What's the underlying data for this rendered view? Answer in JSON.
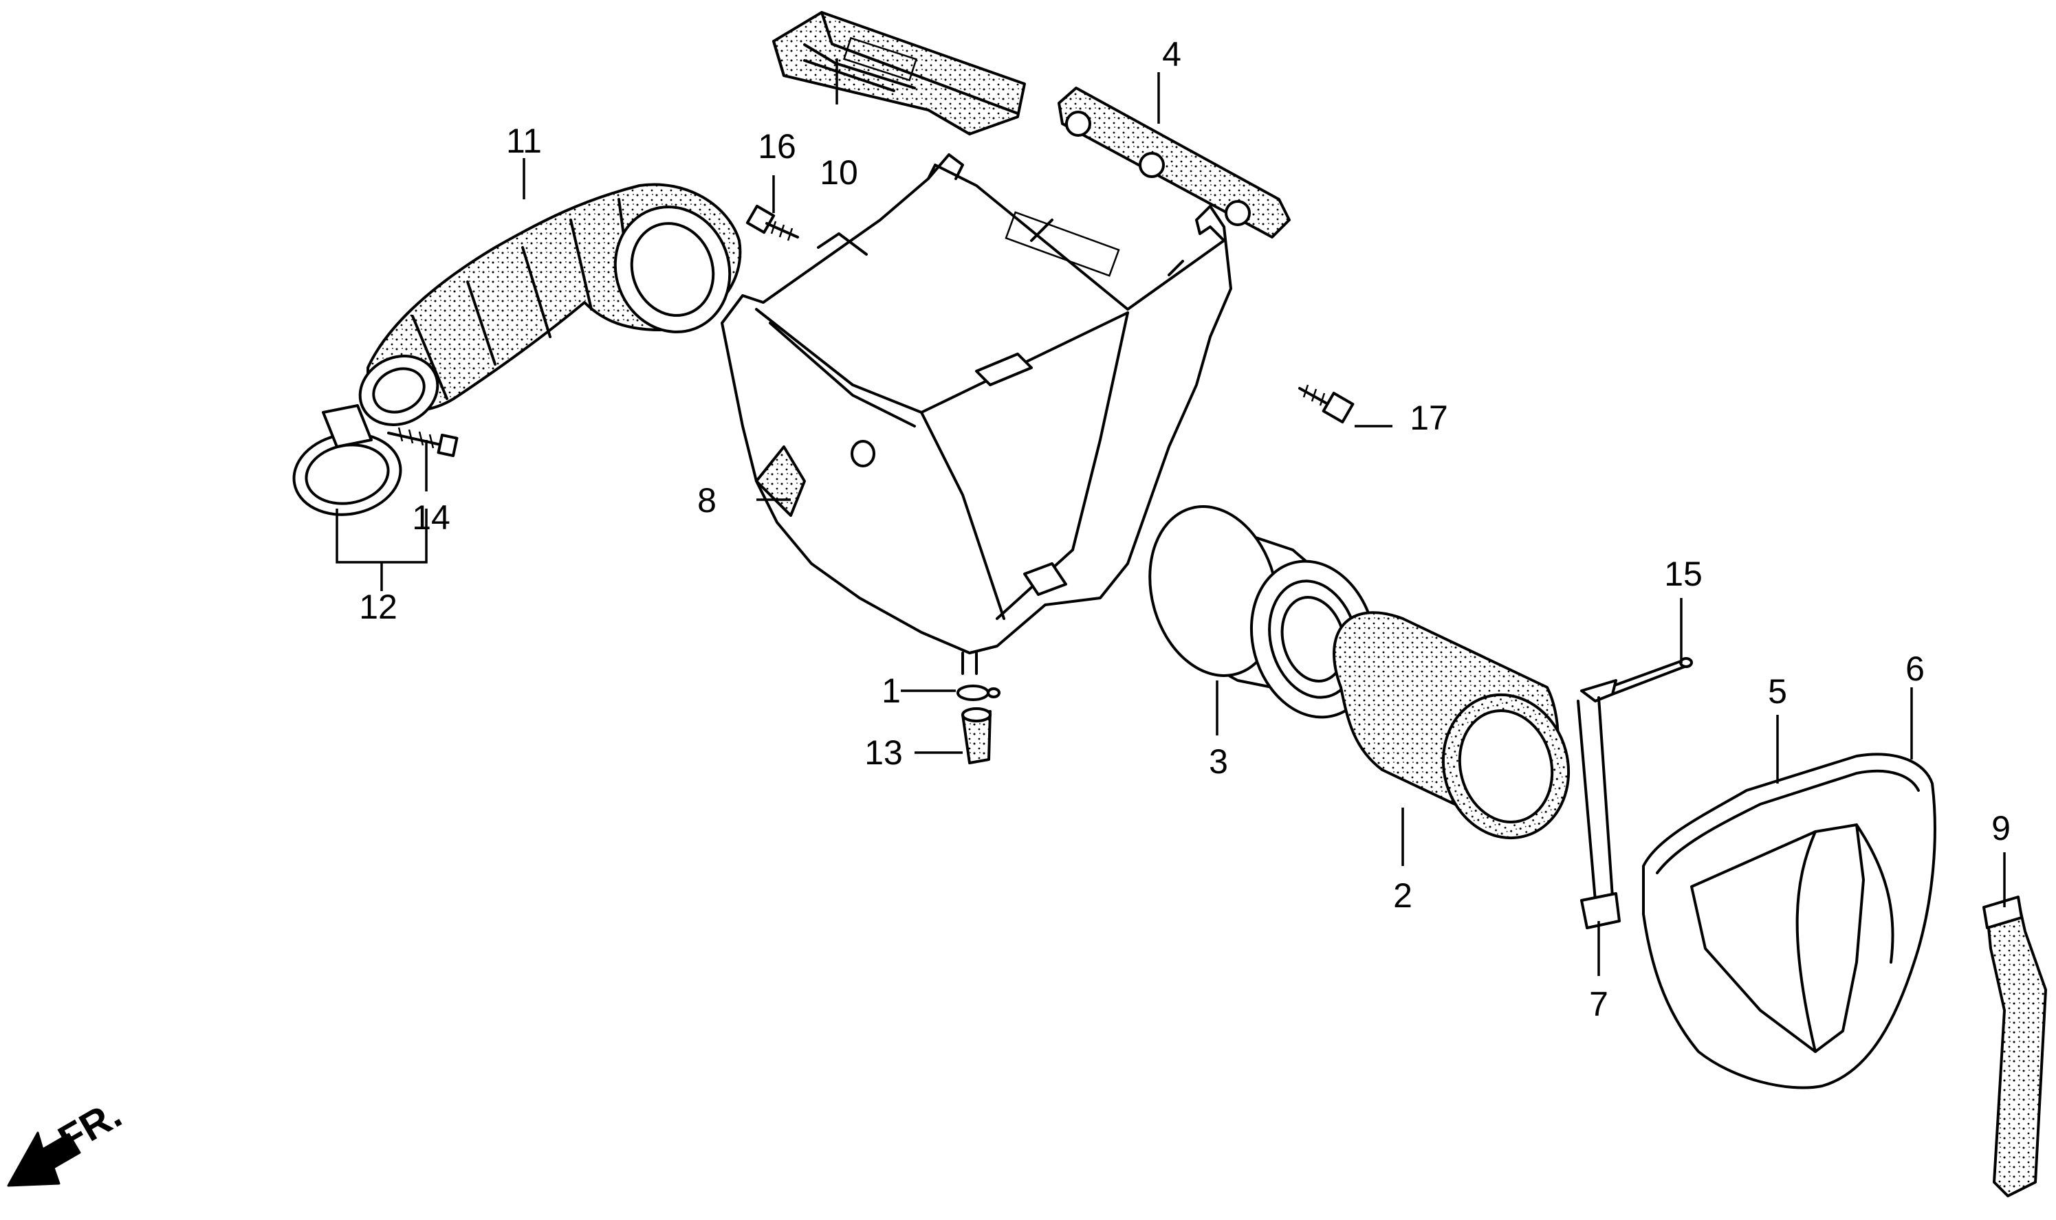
{
  "diagram": {
    "direction_label": "FR.",
    "parts": [
      {
        "id": "part-1",
        "label": "1"
      },
      {
        "id": "part-2",
        "label": "2"
      },
      {
        "id": "part-3",
        "label": "3"
      },
      {
        "id": "part-4",
        "label": "4"
      },
      {
        "id": "part-5",
        "label": "5"
      },
      {
        "id": "part-6",
        "label": "6"
      },
      {
        "id": "part-7",
        "label": "7"
      },
      {
        "id": "part-8",
        "label": "8"
      },
      {
        "id": "part-9",
        "label": "9"
      },
      {
        "id": "part-10",
        "label": "10"
      },
      {
        "id": "part-11",
        "label": "11"
      },
      {
        "id": "part-12",
        "label": "12"
      },
      {
        "id": "part-13",
        "label": "13"
      },
      {
        "id": "part-14",
        "label": "14"
      },
      {
        "id": "part-15",
        "label": "15"
      },
      {
        "id": "part-16",
        "label": "16"
      },
      {
        "id": "part-17",
        "label": "17"
      }
    ]
  }
}
